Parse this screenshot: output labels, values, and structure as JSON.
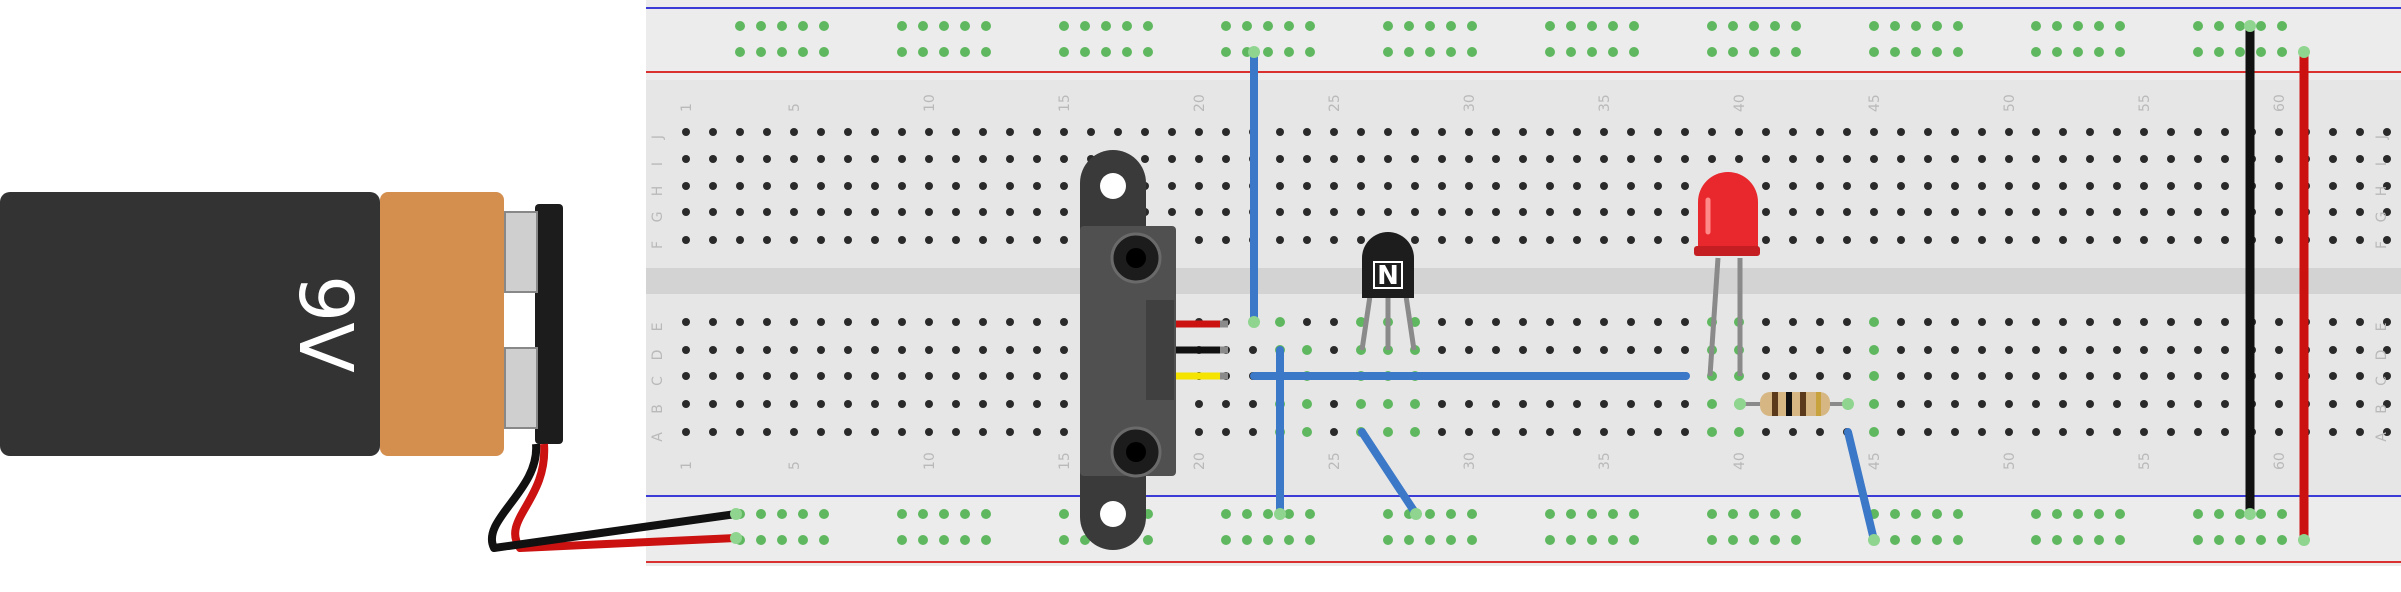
{
  "battery": {
    "label": "9V",
    "icon": "battery-9v-icon"
  },
  "breadboard": {
    "column_numbers": [
      "1",
      "5",
      "10",
      "15",
      "20",
      "25",
      "30",
      "35",
      "40",
      "45",
      "50",
      "55",
      "60"
    ],
    "row_letters_top": [
      "J",
      "I",
      "H",
      "G",
      "F"
    ],
    "row_letters_bottom": [
      "E",
      "D",
      "C",
      "B",
      "A"
    ]
  },
  "transistor": {
    "label": "N",
    "icon": "npn-transistor-icon"
  },
  "components": [
    {
      "name": "9v-battery",
      "icon": "battery-icon"
    },
    {
      "name": "ir-distance-sensor",
      "icon": "sharp-ir-sensor-icon"
    },
    {
      "name": "npn-transistor",
      "icon": "transistor-icon"
    },
    {
      "name": "red-led",
      "icon": "led-icon"
    },
    {
      "name": "resistor",
      "icon": "resistor-icon"
    }
  ],
  "colors": {
    "board": "#e6e6e6",
    "channel": "#d3d3d3",
    "hole": "#2a2a2a",
    "hole_connected": "#5fb85f",
    "rail_blue": "#3b3bd6",
    "rail_red": "#d93030",
    "wire_blue": "#3b78c8",
    "wire_red": "#cc1111",
    "wire_black": "#111111",
    "wire_yellow": "#f4e400",
    "battery_body": "#333333",
    "battery_copper": "#d48f4f",
    "led_red": "#e8282d",
    "transistor_body": "#1d1d1d"
  }
}
